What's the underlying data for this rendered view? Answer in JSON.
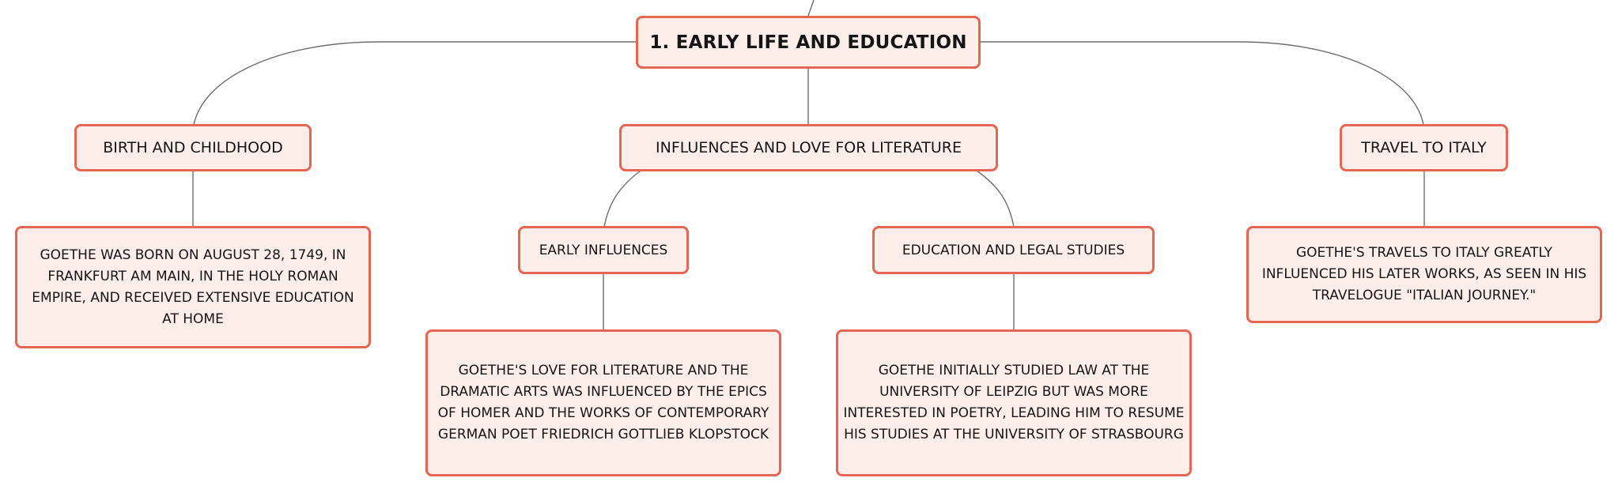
{
  "mindmap": {
    "root": {
      "label": "1. EARLY LIFE AND EDUCATION"
    },
    "birth": {
      "label": "BIRTH AND CHILDHOOD",
      "detail": "GOETHE WAS BORN ON AUGUST 28, 1749, IN FRANKFURT AM MAIN, IN THE HOLY ROMAN EMPIRE, AND RECEIVED EXTENSIVE EDUCATION AT HOME"
    },
    "influences": {
      "label": "INFLUENCES AND LOVE FOR LITERATURE",
      "early": {
        "label": "EARLY INFLUENCES",
        "detail": "GOETHE'S LOVE FOR LITERATURE AND THE DRAMATIC ARTS WAS INFLUENCED BY THE EPICS OF HOMER AND THE WORKS OF CONTEMPORARY GERMAN POET FRIEDRICH GOTTLIEB KLOPSTOCK"
      },
      "education": {
        "label": "EDUCATION AND LEGAL STUDIES",
        "detail": "GOETHE INITIALLY STUDIED LAW AT THE UNIVERSITY OF LEIPZIG BUT WAS MORE INTERESTED IN POETRY, LEADING HIM TO RESUME HIS STUDIES AT THE UNIVERSITY OF STRASBOURG"
      }
    },
    "italy": {
      "label": "TRAVEL TO ITALY",
      "detail": "GOETHE'S TRAVELS TO ITALY GREATLY INFLUENCED HIS LATER WORKS, AS SEEN IN HIS TRAVELOGUE \"ITALIAN JOURNEY.\""
    }
  },
  "colors": {
    "node_fill": "#fdeeea",
    "node_border": "#e46653",
    "connector": "#6e6e6e",
    "text": "#151515"
  }
}
